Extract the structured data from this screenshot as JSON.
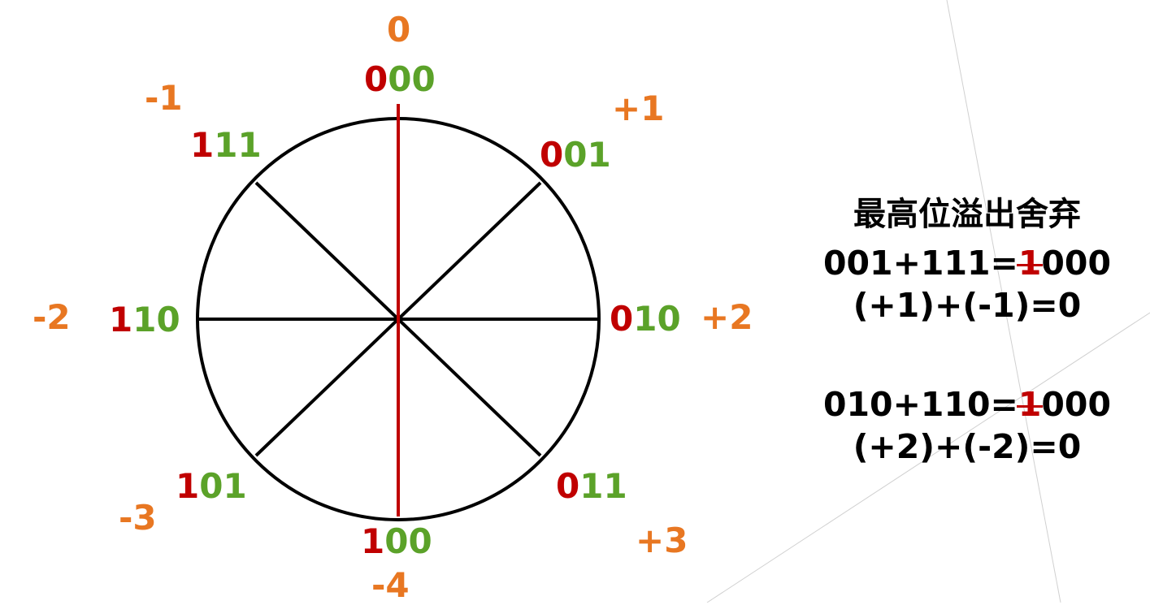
{
  "ring": {
    "decimal_labels": {
      "top": "0",
      "top_right": "+1",
      "right": "+2",
      "bottom_right": "+3",
      "bottom": "-4",
      "bottom_left": "-3",
      "left": "-2",
      "top_left": "-1"
    },
    "binary_codes": {
      "top": {
        "sign": "0",
        "rest": "00"
      },
      "top_right": {
        "sign": "0",
        "rest": "01"
      },
      "right": {
        "sign": "0",
        "rest": "10"
      },
      "bottom_right": {
        "sign": "0",
        "rest": "11"
      },
      "bottom": {
        "sign": "1",
        "rest": "00"
      },
      "bottom_left": {
        "sign": "1",
        "rest": "01"
      },
      "left": {
        "sign": "1",
        "rest": "10"
      },
      "top_left": {
        "sign": "1",
        "rest": "11"
      }
    }
  },
  "explanation": {
    "title": "最高位溢出舍弃",
    "eq1": {
      "left": "001+111=",
      "dropped": "1",
      "right": "000"
    },
    "eq1_decimal": "(+1)+(-1)=0",
    "eq2": {
      "left": "010+110=",
      "dropped": "1",
      "right": "000"
    },
    "eq2_decimal": "(+2)+(-2)=0"
  },
  "colors": {
    "decimal": "#e87722",
    "sign_bit": "#c00000",
    "value_bits": "#5ba229",
    "axis": "#c00000",
    "circle": "#000000"
  }
}
